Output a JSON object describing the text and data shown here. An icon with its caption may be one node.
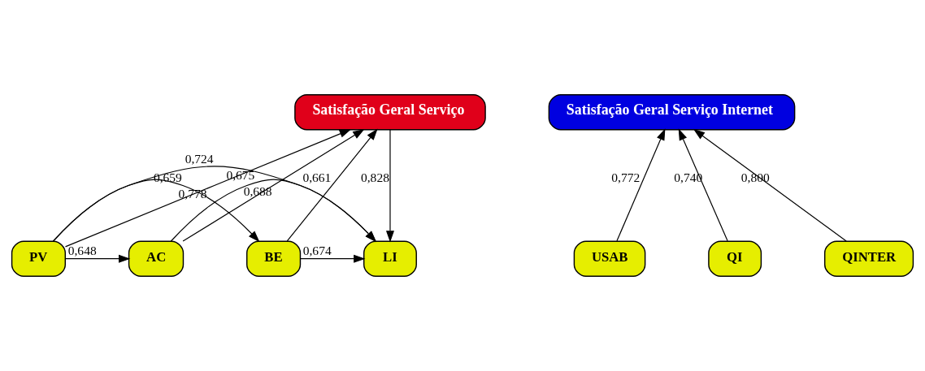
{
  "diagram": {
    "nodes": [
      {
        "text": [
          "Satisfação Geral Serviço"
        ]
      },
      {
        "text": [
          "Satisfação Geral Serviço Internet"
        ]
      },
      {
        "text": [
          "PV"
        ]
      },
      {
        "text": [
          "BE"
        ]
      },
      {
        "text": [
          "AC"
        ]
      },
      {
        "text": [
          "LI"
        ]
      },
      {
        "text": [
          "USAB"
        ]
      },
      {
        "text": [
          "QI"
        ]
      },
      {
        "text": [
          "QINTER"
        ]
      }
    ],
    "edges": [
      {
        "from": 2,
        "to": 0,
        "arrow": "to",
        "label": "0,778"
      },
      {
        "from": 3,
        "to": 0,
        "arrow": "to",
        "label": "0,661"
      },
      {
        "from": 4,
        "to": 0,
        "arrow": "to",
        "label": "0,688"
      },
      {
        "from": 0,
        "to": 5,
        "arrow": "to",
        "label": "0,828"
      },
      {
        "from": 2,
        "to": 3,
        "arrow": "to",
        "label": "0,659"
      },
      {
        "from": 4,
        "to": 5,
        "arrow": "to",
        "label": "0,675"
      },
      {
        "from": 3,
        "to": 5,
        "arrow": "to",
        "label": "0,674"
      },
      {
        "from": 2,
        "to": 4,
        "arrow": "to",
        "label": "0,648"
      },
      {
        "from": 2,
        "to": 5,
        "arrow": "to",
        "label": "0,724"
      },
      {
        "from": 6,
        "to": 1,
        "arrow": "to",
        "label": "0,772"
      },
      {
        "from": 7,
        "to": 1,
        "arrow": "to",
        "label": "0,740"
      },
      {
        "from": 8,
        "to": 1,
        "arrow": "to",
        "label": "0,800"
      }
    ]
  }
}
